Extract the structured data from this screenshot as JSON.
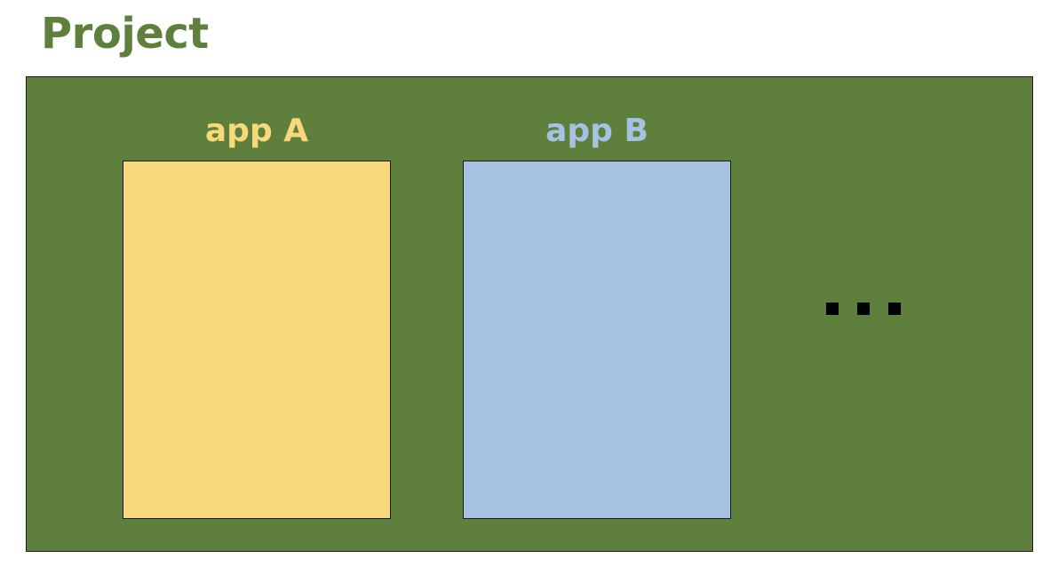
{
  "title": "Project",
  "colors": {
    "title": "#5f7f3c",
    "project_fill": "#5f7f3c",
    "app_a_fill": "#f7d97b",
    "app_a_label": "#f7d97b",
    "app_b_fill": "#a6c2e2",
    "app_b_label": "#a6c2e2",
    "ellipsis": "#000000"
  },
  "apps": [
    {
      "label": "app A"
    },
    {
      "label": "app B"
    }
  ],
  "ellipsis_dots": 3
}
